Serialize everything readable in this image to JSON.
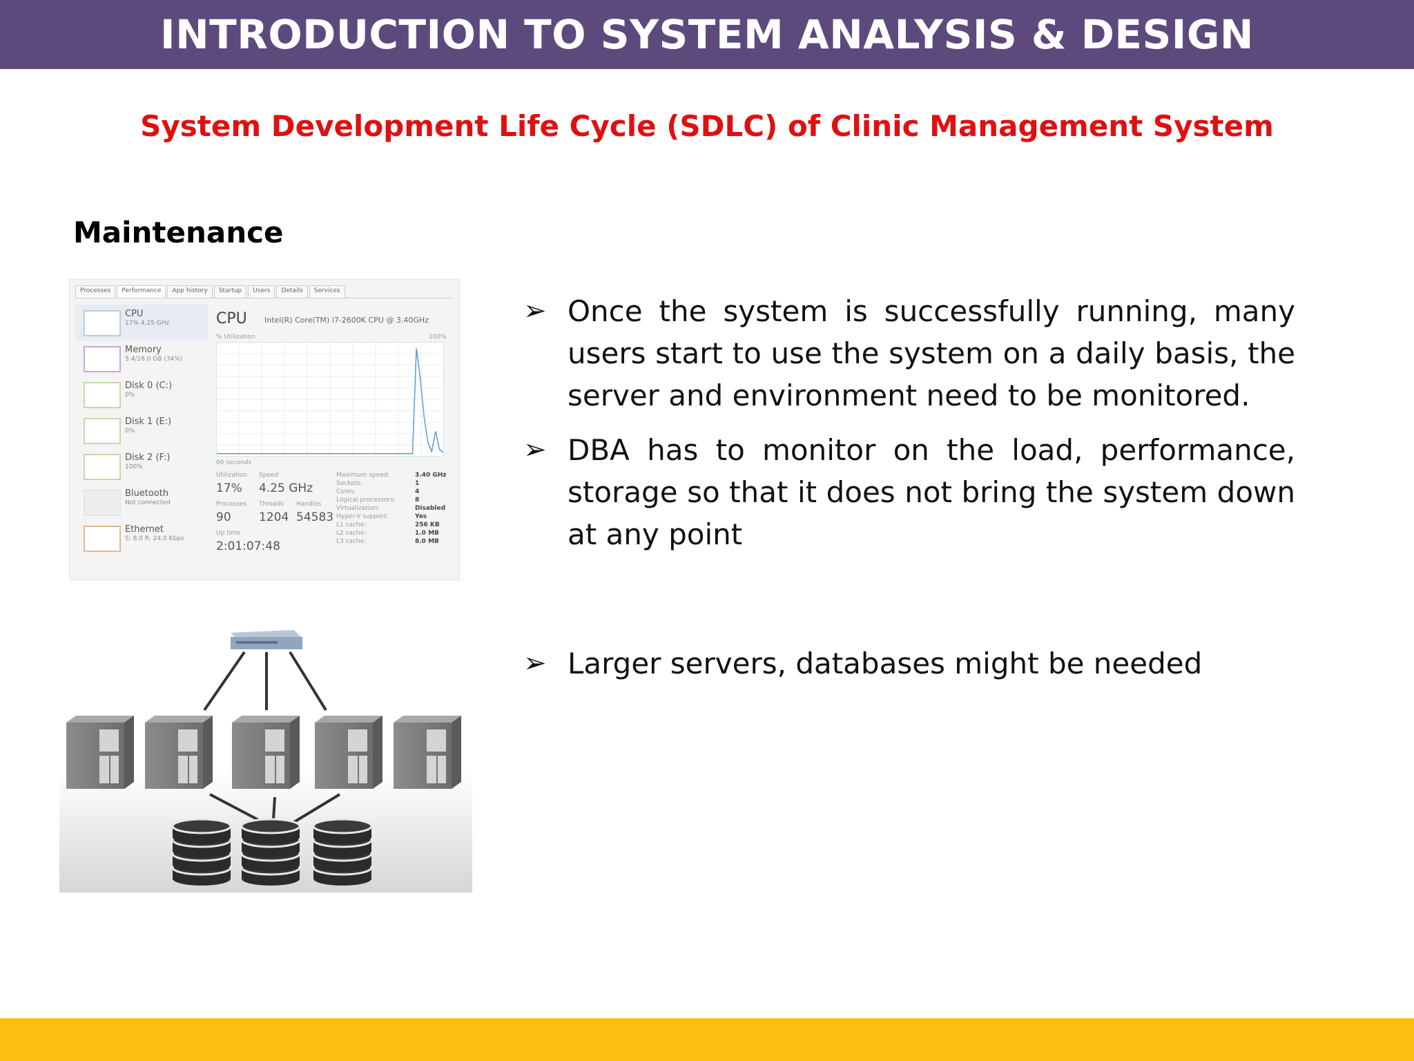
{
  "header": {
    "title": "INTRODUCTION TO SYSTEM ANALYSIS & DESIGN"
  },
  "subtitle": "System Development Life Cycle (SDLC) of Clinic Management System",
  "section": {
    "title": "Maintenance"
  },
  "bullets": [
    {
      "text": "Once the system is successfully running, many users start to use the system on a daily basis, the server and environment need to be monitored."
    },
    {
      "text": "DBA has to monitor on the load, performance, storage so that it does not bring the system down at any point"
    },
    {
      "text": "Larger servers, databases might be needed"
    }
  ],
  "task_manager": {
    "tabs": [
      "Processes",
      "Performance",
      "App history",
      "Startup",
      "Users",
      "Details",
      "Services"
    ],
    "side_items": [
      {
        "label": "CPU",
        "sub": "17% 4.25 GHz"
      },
      {
        "label": "Memory",
        "sub": "5.4/16.0 GB (34%)"
      },
      {
        "label": "Disk 0 (C:)",
        "sub": "0%"
      },
      {
        "label": "Disk 1 (E:)",
        "sub": "0%"
      },
      {
        "label": "Disk 2 (F:)",
        "sub": "100%"
      },
      {
        "label": "Bluetooth",
        "sub": "Not connected"
      },
      {
        "label": "Ethernet",
        "sub": "S: 8.0 R: 24.0 Kbps"
      }
    ],
    "main_title": "CPU",
    "processor": "Intel(R) Core(TM) i7-2600K CPU @ 3.40GHz",
    "graph_label": "% Utilization",
    "graph_max": "100%",
    "graph_time": "60 seconds",
    "stats": {
      "utilization_label": "Utilization",
      "utilization": "17%",
      "speed_label": "Speed",
      "speed": "4.25 GHz",
      "processes_label": "Processes",
      "processes": "90",
      "threads_label": "Threads",
      "threads": "1204",
      "handles_label": "Handles",
      "handles": "54583",
      "uptime_label": "Up time",
      "uptime": "2:01:07:48"
    },
    "details": [
      {
        "label": "Maximum speed:",
        "value": "3.40 GHz"
      },
      {
        "label": "Sockets:",
        "value": "1"
      },
      {
        "label": "Cores:",
        "value": "4"
      },
      {
        "label": "Logical processors:",
        "value": "8"
      },
      {
        "label": "Virtualization:",
        "value": "Disabled"
      },
      {
        "label": "Hyper-V support:",
        "value": "Yes"
      },
      {
        "label": "L1 cache:",
        "value": "256 KB"
      },
      {
        "label": "L2 cache:",
        "value": "1.0 MB"
      },
      {
        "label": "L3 cache:",
        "value": "8.0 MB"
      }
    ],
    "cpu_history": [
      2,
      2,
      2,
      2,
      2,
      2,
      2,
      2,
      2,
      2,
      2,
      2,
      2,
      2,
      2,
      2,
      2,
      2,
      2,
      2,
      2,
      2,
      2,
      2,
      2,
      2,
      2,
      2,
      2,
      2,
      2,
      2,
      2,
      2,
      2,
      2,
      2,
      2,
      2,
      2,
      2,
      2,
      2,
      2,
      2,
      2,
      2,
      2,
      2,
      2,
      2,
      2,
      96,
      70,
      35,
      12,
      4,
      22,
      6,
      3
    ]
  },
  "colors": {
    "header": "#5d4a7d",
    "subtitle": "#e01010",
    "footer": "#fdbf0f",
    "graph_line": "#5a9bd4"
  }
}
